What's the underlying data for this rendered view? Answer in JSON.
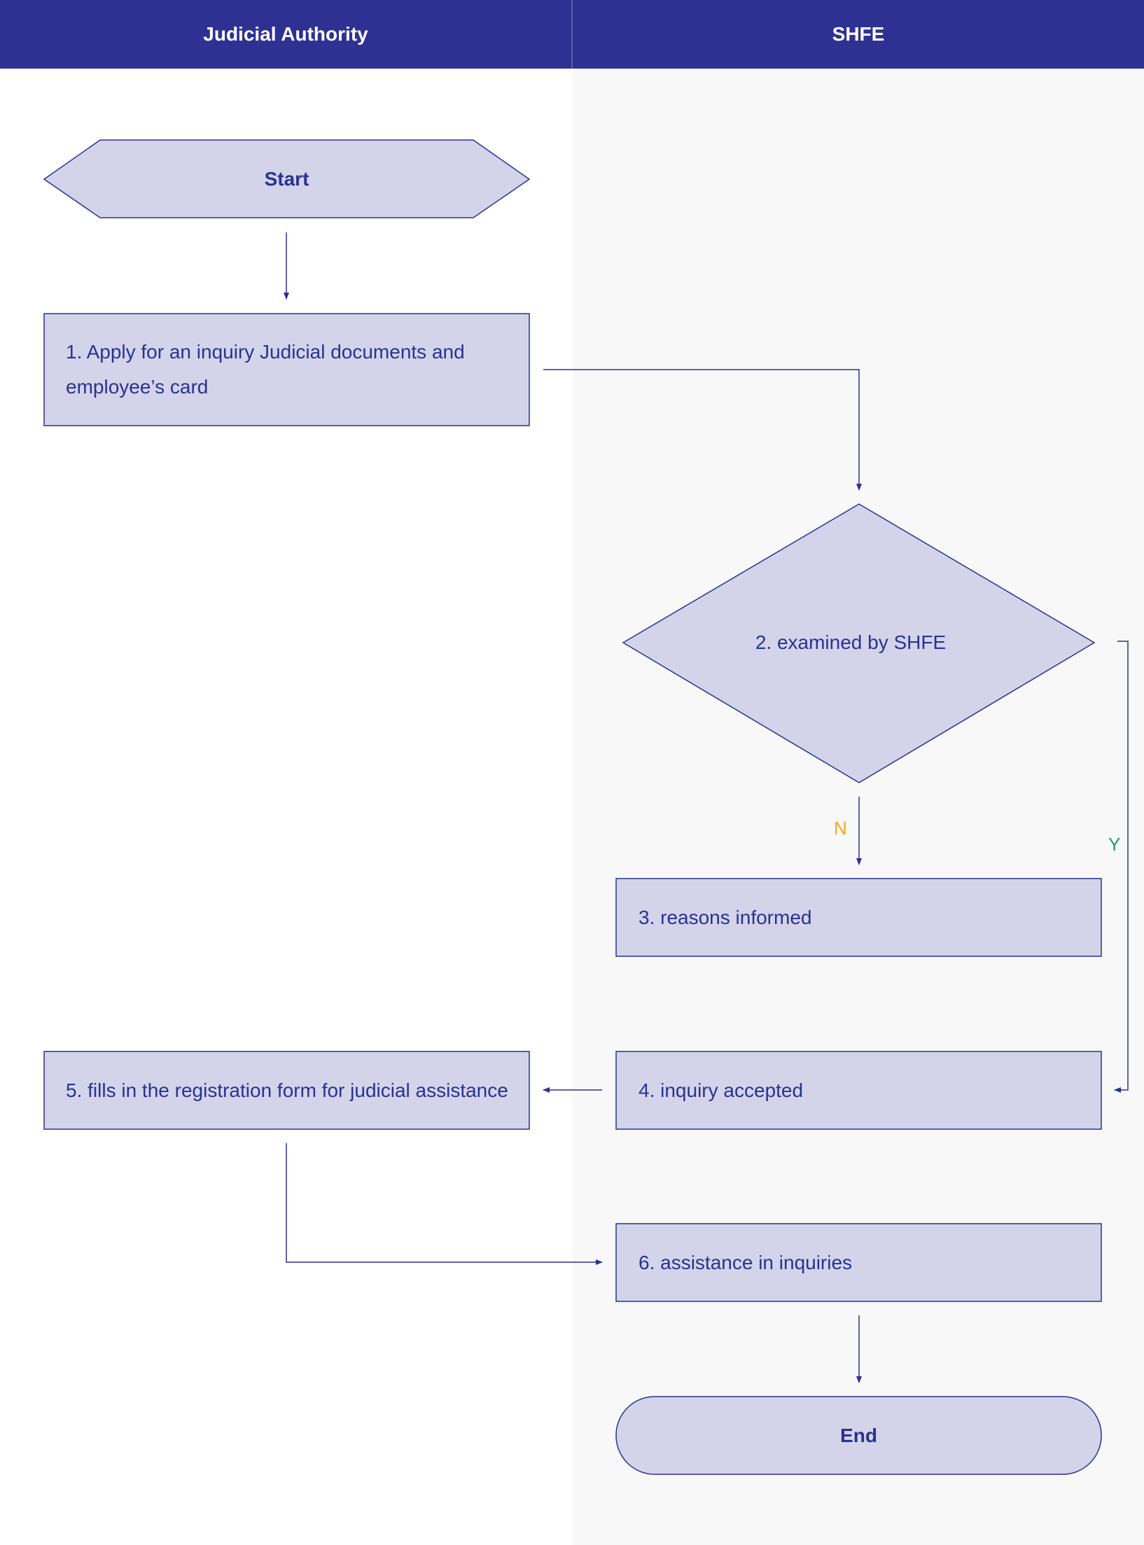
{
  "lanes": {
    "left": "Judicial Authority",
    "right": "SHFE"
  },
  "nodes": {
    "start": "Start",
    "step1": "1. Apply for an inquiry Judicial documents and employee’s card",
    "step2": "2. examined by SHFE",
    "step3": "3. reasons informed",
    "step4": "4. inquiry accepted",
    "step5": "5. fills in the registration form for judicial assistance",
    "step6": "6. assistance in inquiries",
    "end": "End"
  },
  "branches": {
    "no": "N",
    "yes": "Y"
  },
  "colors": {
    "header": "#2e3192",
    "node_fill": "#d3d4ea",
    "stroke": "#2b3190",
    "no_label": "#f0a81a",
    "yes_label": "#1f9a6a"
  }
}
